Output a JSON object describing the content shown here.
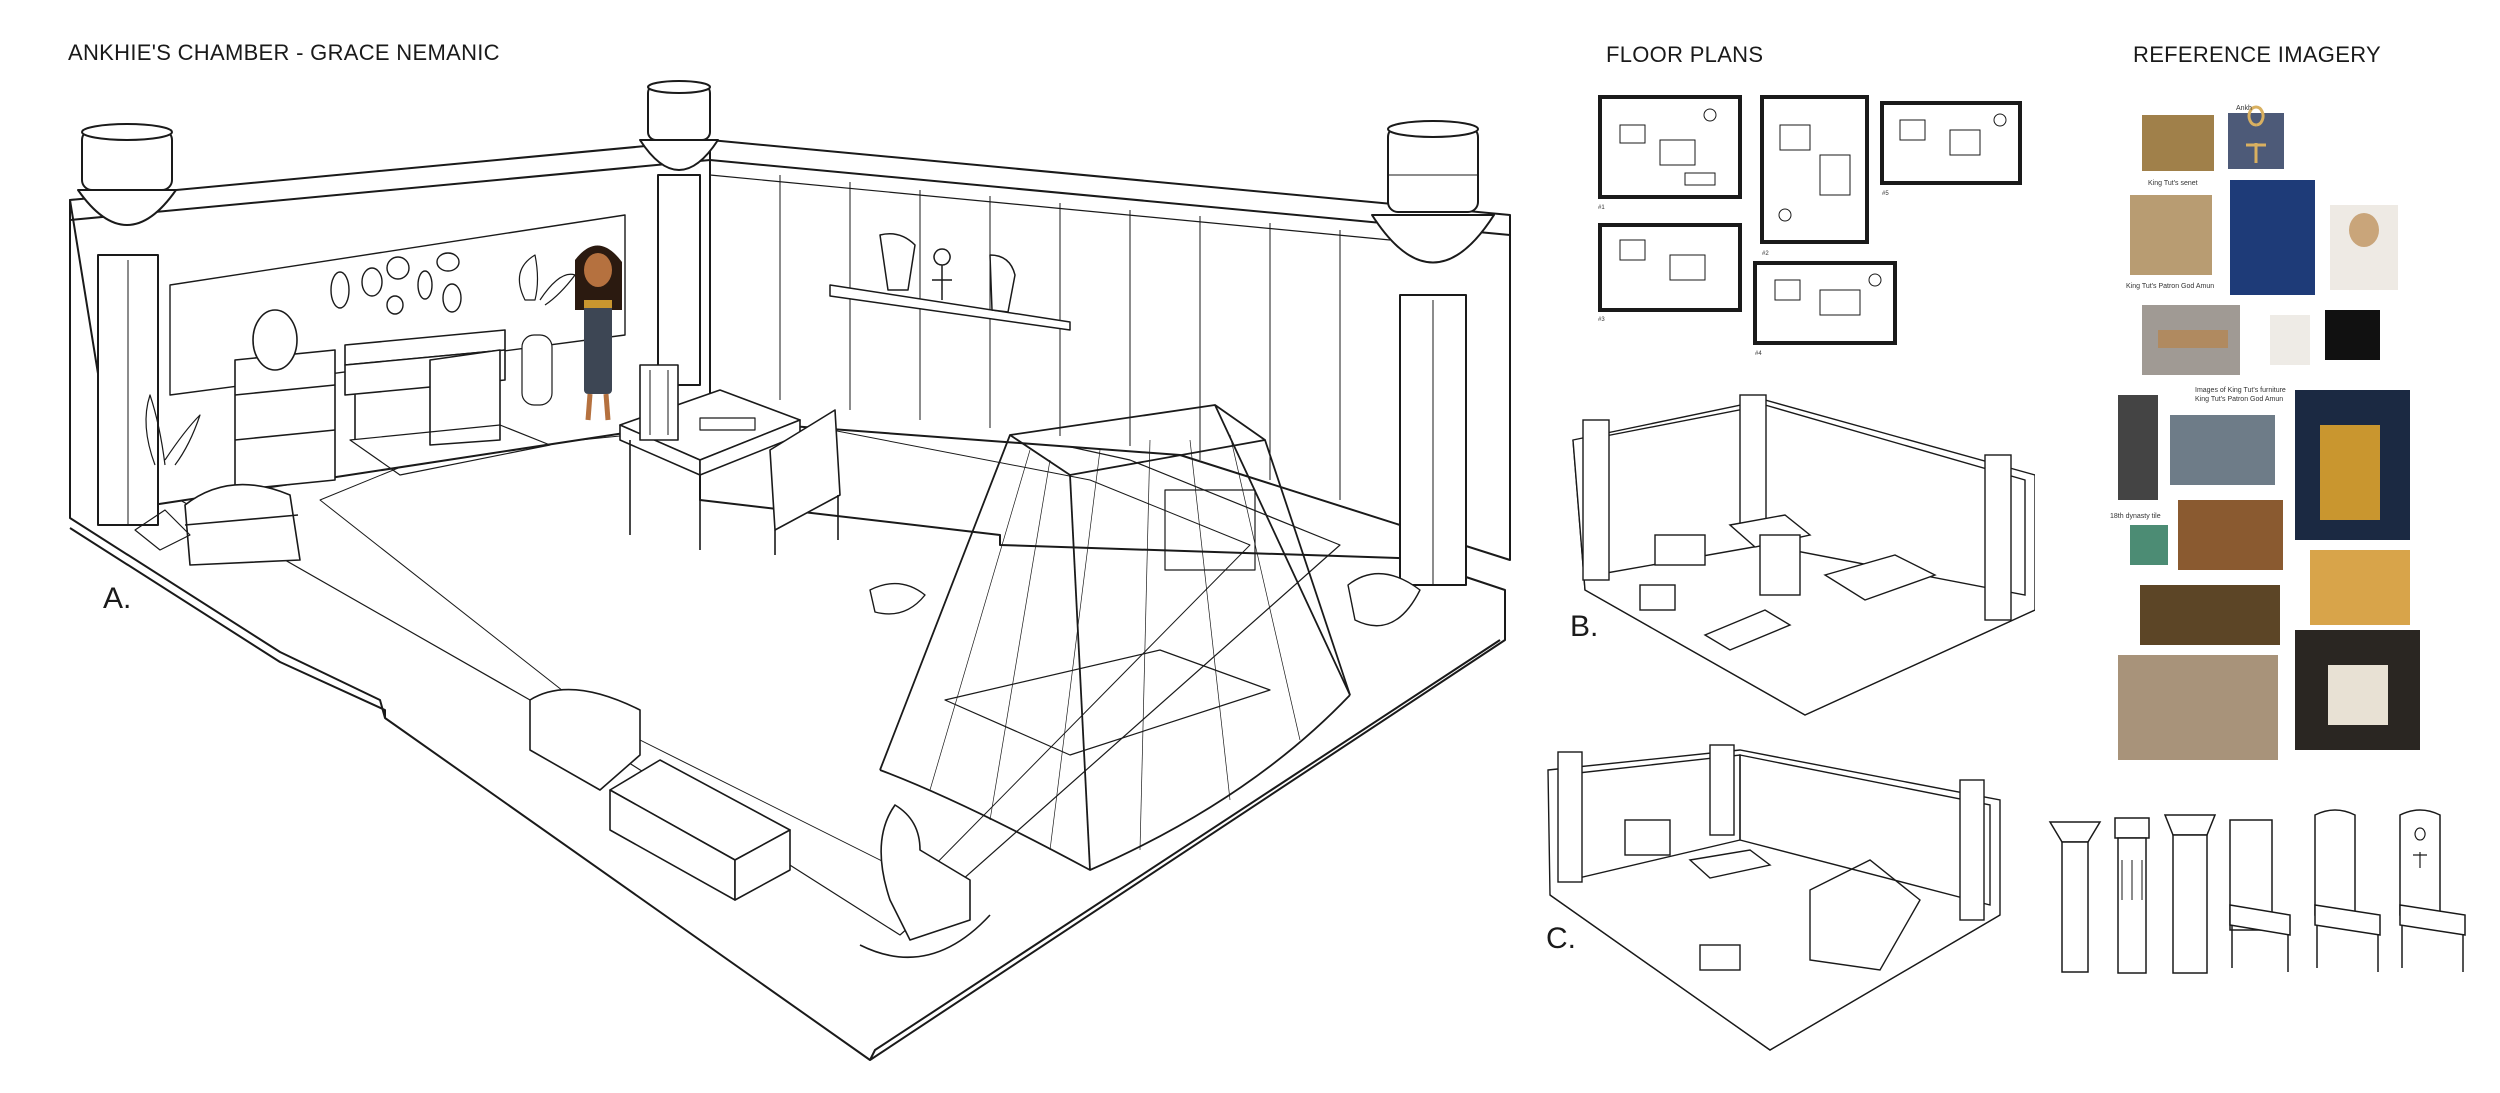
{
  "header": {
    "main_title": "ANKHIE'S CHAMBER - GRACE NEMANIC",
    "floor_plans_title": "FLOOR PLANS",
    "reference_title": "REFERENCE IMAGERY"
  },
  "views": {
    "a_label": "A.",
    "b_label": "B.",
    "c_label": "C."
  },
  "floor_plans": {
    "labels": [
      "#1",
      "#2",
      "#3",
      "#4",
      "#5"
    ]
  },
  "reference": {
    "captions": {
      "ankh": "Ankh",
      "senet": "King Tut's senet",
      "amun": "King Tut's Patron God Amun",
      "furniture_line1": "Images of King Tut's furniture",
      "furniture_line2": "King Tut's Patron God Amun",
      "tile": "18th dynasty tile"
    }
  },
  "colors": {
    "line": "#1a1a1a",
    "skin": "#b5713f",
    "hair": "#2b1a10",
    "dress": "#3d4654",
    "gold": "#c9962f"
  }
}
